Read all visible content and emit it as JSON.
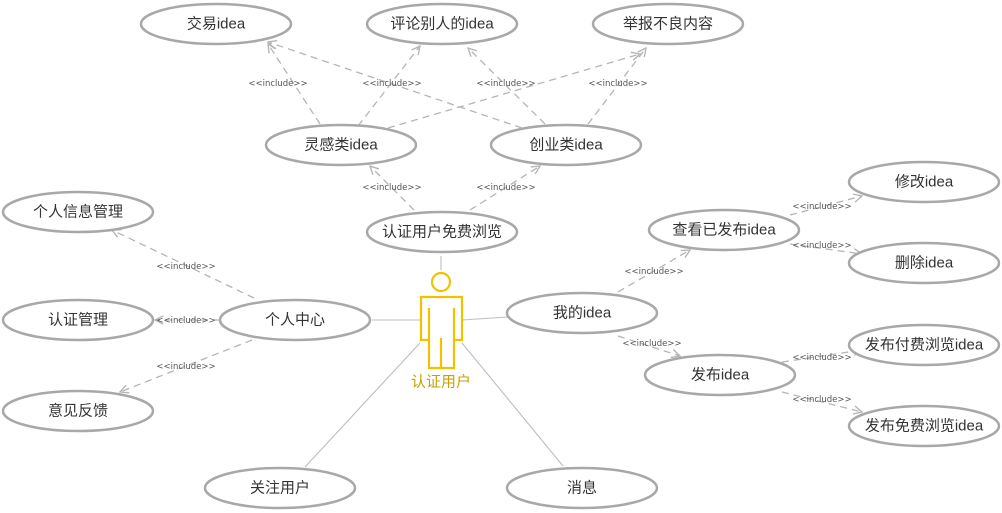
{
  "actor": {
    "label": "认证用户"
  },
  "include_label": "<<include>>",
  "use_cases": {
    "trade_idea": "交易idea",
    "comment_idea": "评论别人的idea",
    "report_content": "举报不良内容",
    "inspiration_idea": "灵感类idea",
    "startup_idea": "创业类idea",
    "free_browse": "认证用户免费浏览",
    "personal_info": "个人信息管理",
    "verification": "认证管理",
    "feedback": "意见反馈",
    "personal_center": "个人中心",
    "follow_users": "关注用户",
    "messages": "消息",
    "my_idea": "我的idea",
    "view_published": "查看已发布idea",
    "edit_idea": "修改idea",
    "delete_idea": "删除idea",
    "publish_idea": "发布idea",
    "publish_paid": "发布付费浏览idea",
    "publish_free": "发布免费浏览idea"
  }
}
